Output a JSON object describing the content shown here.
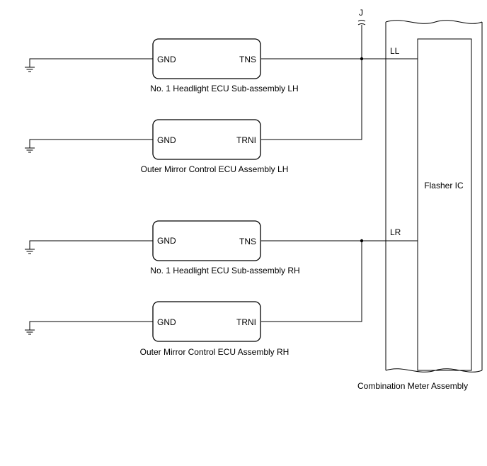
{
  "junction": {
    "label": "J"
  },
  "ecus": [
    {
      "name": "No. 1 Headlight ECU Sub-assembly LH",
      "left_pin": "GND",
      "right_pin": "TNS"
    },
    {
      "name": "Outer Mirror Control ECU Assembly LH",
      "left_pin": "GND",
      "right_pin": "TRNI"
    },
    {
      "name": "No. 1 Headlight ECU Sub-assembly RH",
      "left_pin": "GND",
      "right_pin": "TNS"
    },
    {
      "name": "Outer Mirror Control ECU Assembly RH",
      "left_pin": "GND",
      "right_pin": "TRNI"
    }
  ],
  "meter": {
    "name": "Combination Meter Assembly",
    "inner_label": "Flasher IC",
    "terminals": [
      "LL",
      "LR"
    ]
  }
}
